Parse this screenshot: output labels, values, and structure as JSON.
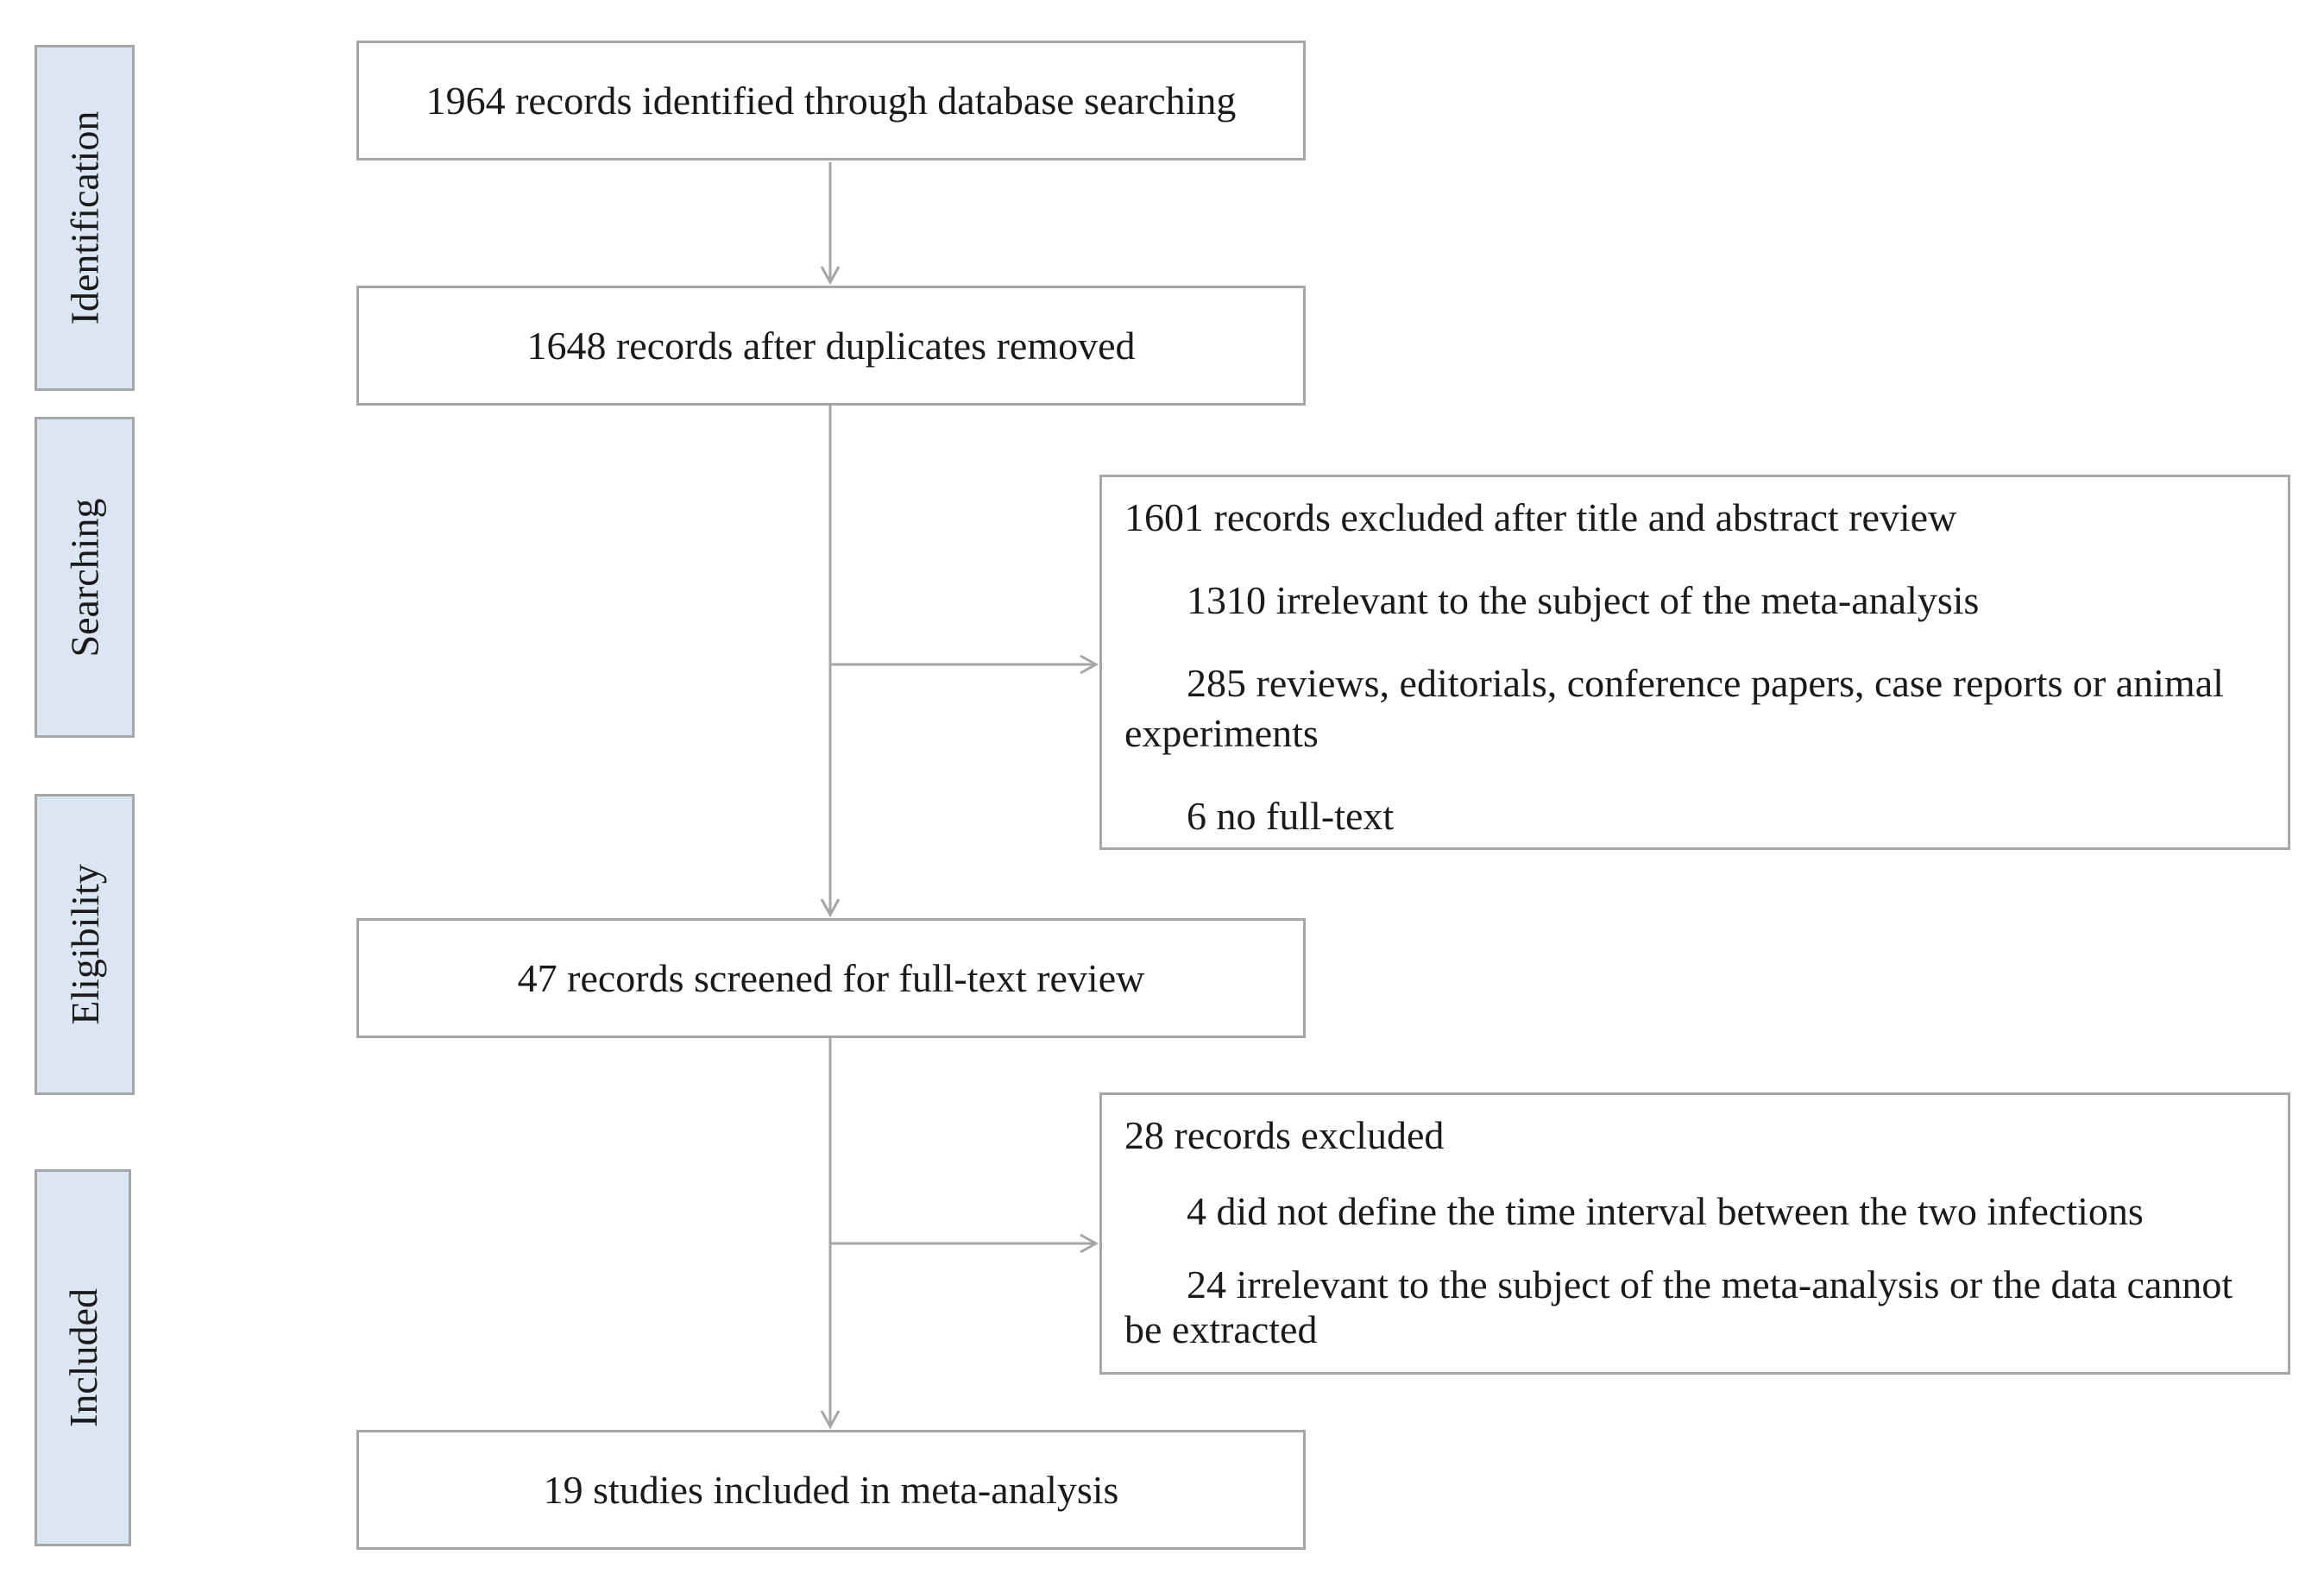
{
  "phases": [
    {
      "id": "identification",
      "label": "Identification"
    },
    {
      "id": "searching",
      "label": "Searching"
    },
    {
      "id": "eligibility",
      "label": "Eligibility"
    },
    {
      "id": "included",
      "label": "Included"
    }
  ],
  "main_boxes": [
    {
      "id": "identified",
      "text": "1964 records identified through database searching"
    },
    {
      "id": "deduplicated",
      "text": "1648 records after duplicates removed"
    },
    {
      "id": "screened",
      "text": "47 records screened for full-text review"
    },
    {
      "id": "included",
      "text": "19 studies included in meta-analysis"
    }
  ],
  "exclusion_boxes": [
    {
      "id": "title-abstract",
      "heading": "1601 records excluded after title and abstract review",
      "items": [
        "1310 irrelevant to the subject of the meta-analysis",
        "285 reviews, editorials, conference papers, case reports or animal experiments",
        "6 no full-text"
      ]
    },
    {
      "id": "full-text",
      "heading": "28 records excluded",
      "items": [
        "4  did not define the time interval between the two infections",
        "24 irrelevant to the subject of the meta-analysis or the data cannot be extracted"
      ]
    }
  ],
  "colors": {
    "phase_fill": "#dce6f2",
    "border": "#a6a6a6",
    "connector": "#a6a6a6"
  }
}
